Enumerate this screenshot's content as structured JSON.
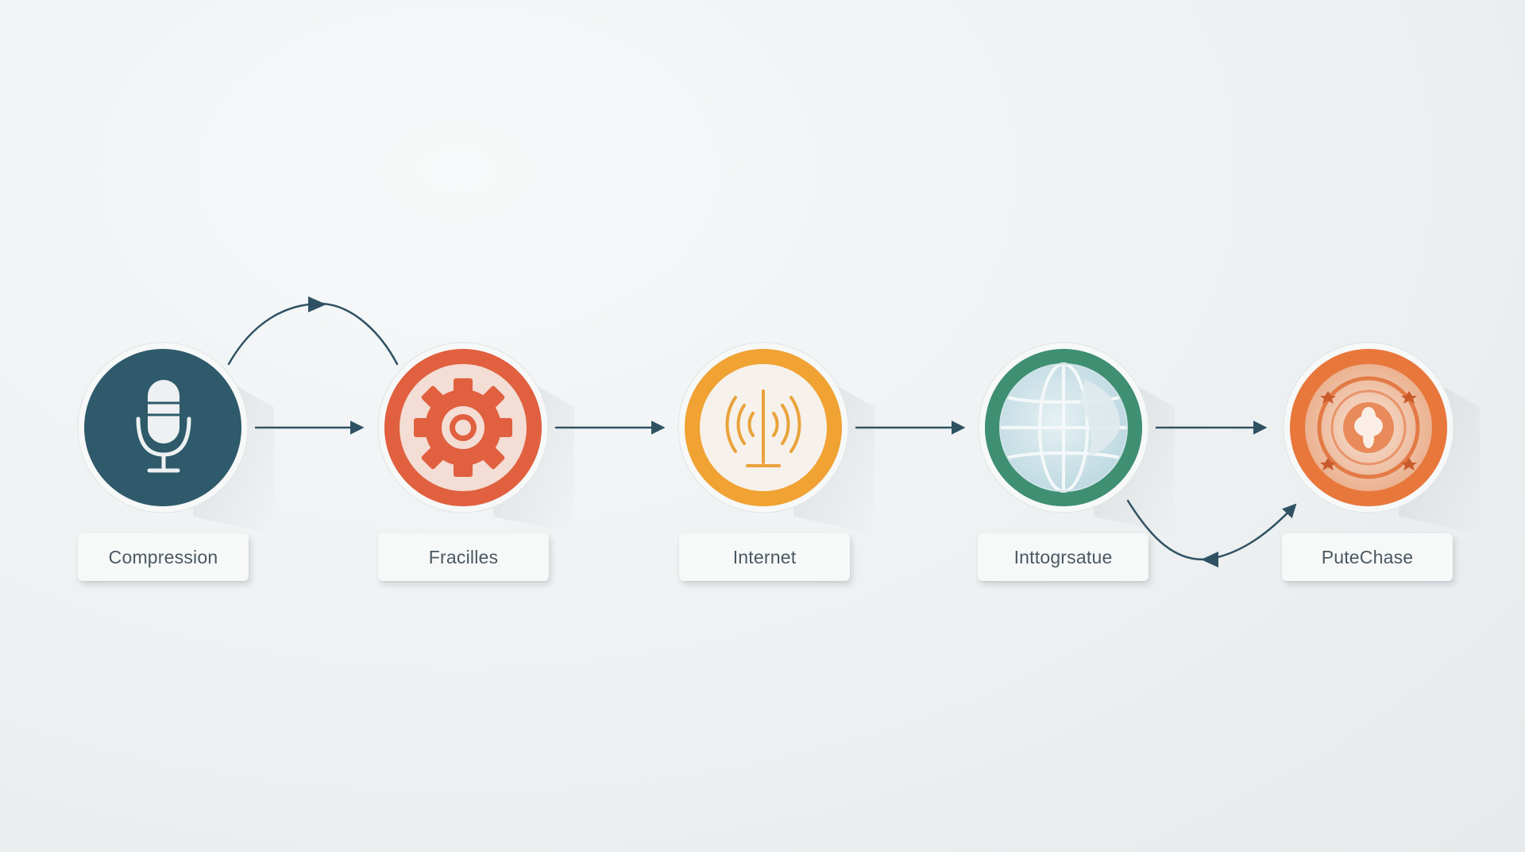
{
  "nodes": [
    {
      "id": "compression",
      "label": "Compression",
      "icon": "microphone-icon",
      "color": "#2e5a6b"
    },
    {
      "id": "fracilles",
      "label": "Fracilles",
      "icon": "gear-icon",
      "color": "#e0603f"
    },
    {
      "id": "internet",
      "label": "Internet",
      "icon": "antenna-signal-icon",
      "color": "#f0a233"
    },
    {
      "id": "intorgsatue",
      "label": "Inttogrsatue",
      "icon": "globe-icon",
      "color": "#3f8f72"
    },
    {
      "id": "putechase",
      "label": "PuteChase",
      "icon": "target-emblem-icon",
      "color": "#e8773b"
    }
  ],
  "colors": {
    "connector": "#2f5263",
    "background": "#eef1f2",
    "label_text": "#4a5862"
  }
}
